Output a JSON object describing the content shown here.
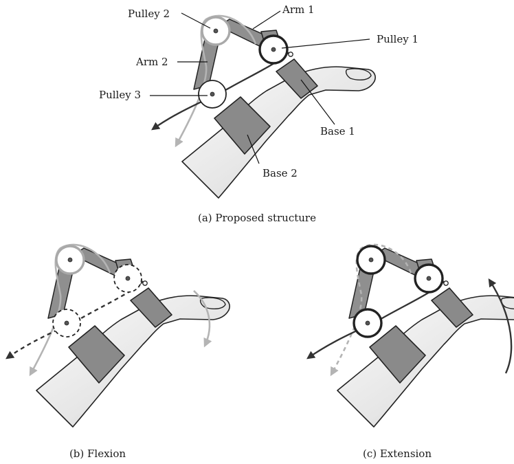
{
  "panels": {
    "a": {
      "caption": "(a) Proposed structure",
      "labels": {
        "pulley2": "Pulley 2",
        "arm1": "Arm 1",
        "pulley1": "Pulley 1",
        "arm2": "Arm 2",
        "pulley3": "Pulley 3",
        "base1": "Base 1",
        "base2": "Base 2"
      }
    },
    "b": {
      "caption": "(b) Flexion"
    },
    "c": {
      "caption": "(c) Extension"
    }
  },
  "colors": {
    "band": "#8a8a8a",
    "arm": "#8f8f8f",
    "wire_light": "#b4b4b4",
    "wire_dark": "#333333",
    "finger_light": "#fafafa",
    "finger_shade": "#c4c4c4"
  }
}
